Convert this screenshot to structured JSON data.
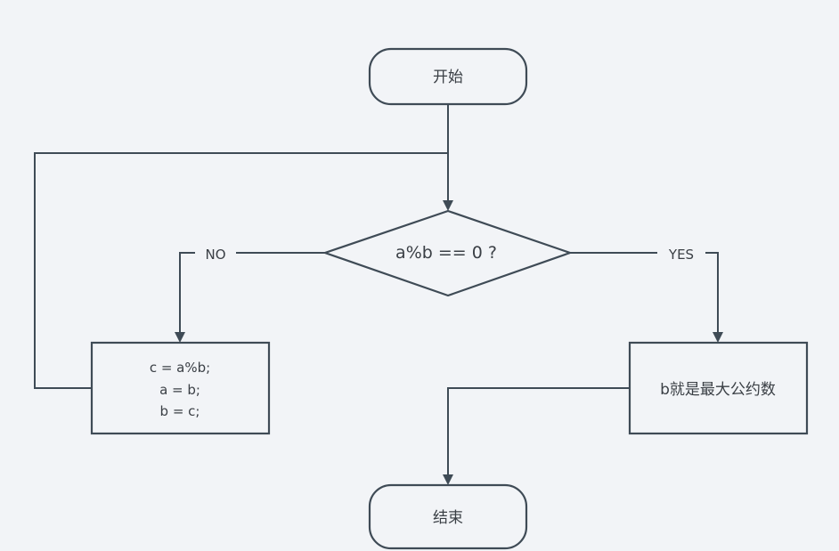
{
  "nodes": {
    "start": {
      "label": "开始"
    },
    "decision": {
      "label": "a%b == 0 ?"
    },
    "swap": {
      "lines": [
        "c = a%b;",
        "a = b;",
        "b = c;"
      ]
    },
    "result": {
      "label": "b就是最大公约数"
    },
    "end": {
      "label": "结束"
    }
  },
  "edges": {
    "no_label": "NO",
    "yes_label": "YES"
  },
  "colors": {
    "background": "#f2f4f7",
    "stroke": "#3f4b56",
    "text": "#3a3f45"
  }
}
